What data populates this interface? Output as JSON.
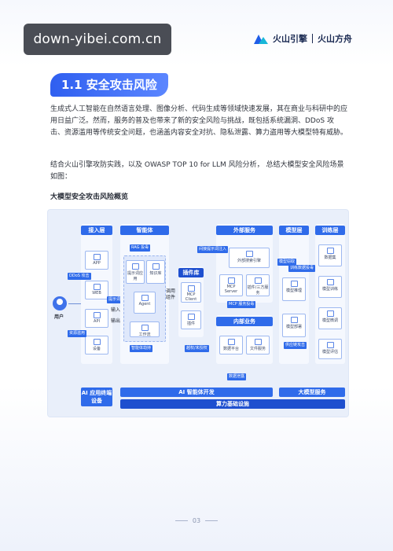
{
  "watermark": "down-yibei.com.cn",
  "brand": {
    "left": "火山引擎",
    "right": "火山方舟"
  },
  "section_title": "1.1 安全攻击风险",
  "paragraph1": "生成式人工智能在自然语言处理、图像分析、代码生成等领域快速发展，其在商业与科研中的应用日益广泛。然而，服务的普及也带来了新的安全风险与挑战，既包括系统漏洞、DDoS 攻击、资源滥用等传统安全问题，也涵盖内容安全对抗、隐私泄露、算力盗用等大模型特有威胁。",
  "paragraph2": "结合火山引擎攻防实践，以及 OWASP TOP 10 for LLM 风险分析， 总结大模型安全风险场景如图：",
  "figure_title": "大模型安全攻击风险概览",
  "diagram": {
    "headers": {
      "access": "接入层",
      "agent": "智能体",
      "external": "外部服务",
      "model": "模型层",
      "training": "训练层",
      "plugin": "插件库",
      "internal": "内部业务"
    },
    "bottom": {
      "ai_app": "AI 应用终端设备",
      "ai_dev": "AI 智能体开发",
      "model_service": "大模型服务",
      "compute": "算力基础设施"
    },
    "user": "用户",
    "input": "输入",
    "output": "输出",
    "call": "调用组件",
    "access_nodes": [
      "APP",
      "WEB",
      "API",
      "设备"
    ],
    "agent_nodes": [
      "提示词应用",
      "知识库",
      "Agent",
      "工作流"
    ],
    "plugin_nodes": [
      "MCP Client",
      "插件"
    ],
    "external_nodes": [
      "外部搜索引擎",
      "MCP Server",
      "插件/三方服务"
    ],
    "internal_nodes": [
      "数据平台",
      "文件服务"
    ],
    "model_nodes": [
      "模型推理",
      "模型部署"
    ],
    "training_nodes": [
      "数据集",
      "模型训练",
      "模型微调",
      "模型评估"
    ],
    "tags": {
      "ddos": "DDoS 攻击",
      "prompt_inject": "提示词注入",
      "abuse": "资源滥用",
      "rag_poison": "RAG 投毒",
      "agent_hijack": "智能体劫持",
      "indirect_inject": "间接提示词注入",
      "mcp_poison": "MCP 服务投毒",
      "unauth": "越权/未授权",
      "data_leak": "数据泄露",
      "model_theft": "模型窃取",
      "training_poison": "训练数据投毒",
      "supply_chain": "供应链攻击"
    }
  },
  "page_number": "03"
}
